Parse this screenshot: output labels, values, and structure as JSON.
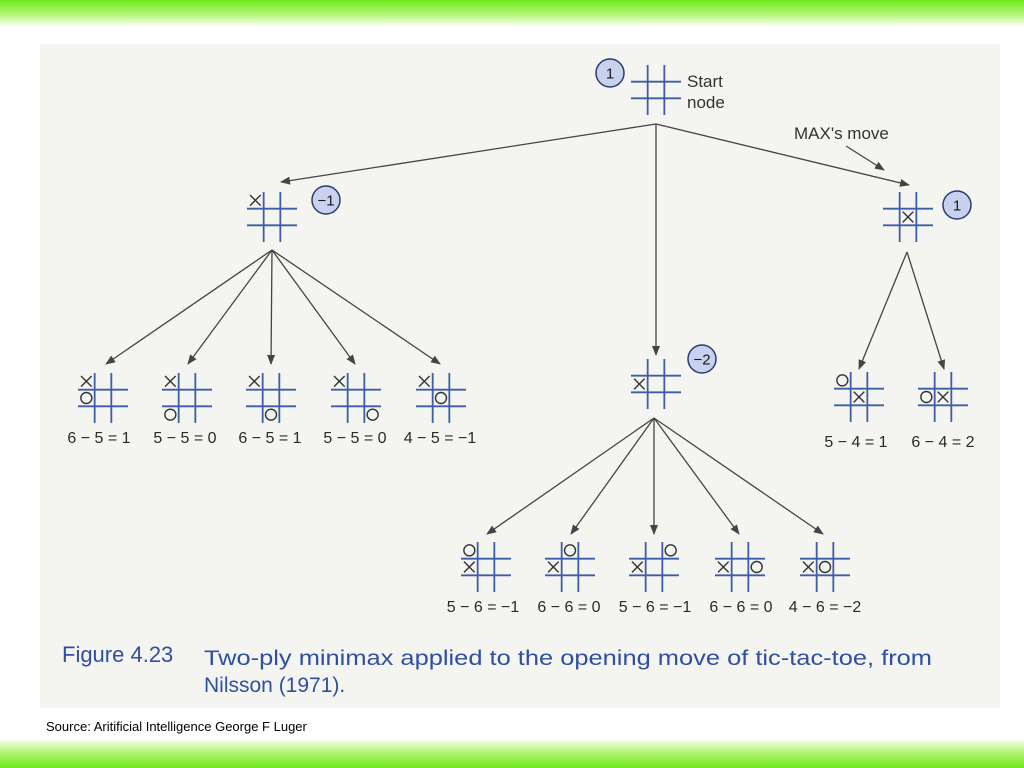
{
  "colors": {
    "band": "#6fe81a",
    "paper": "#f4f4f1",
    "grid": "#3c5ea8",
    "caption": "#2f4fa0",
    "badge_fill": "#c8d2ee",
    "edge": "#444444"
  },
  "figure": {
    "caption_title": "Figure 4.23",
    "caption_line1": "Two-ply minimax applied to the opening move of tic-tac-toe, from",
    "caption_line2": "Nilsson (1971)."
  },
  "labels": {
    "start": "Start",
    "node": "node",
    "max_move": "MAX's move"
  },
  "tree": {
    "root": {
      "value": "1",
      "board": [
        "",
        "",
        "",
        "",
        "",
        "",
        "",
        "",
        ""
      ]
    },
    "level1": [
      {
        "id": "corner",
        "value": "-1",
        "board": [
          "X",
          "",
          "",
          "",
          "",
          "",
          "",
          "",
          ""
        ]
      },
      {
        "id": "edge",
        "value": "-2",
        "board": [
          "",
          "",
          "",
          "X",
          "",
          "",
          "",
          "",
          ""
        ]
      },
      {
        "id": "center",
        "value": "1",
        "board": [
          "",
          "",
          "",
          "",
          "X",
          "",
          "",
          "",
          ""
        ]
      }
    ],
    "leaves": [
      {
        "parent": "corner",
        "eval": "6 − 5 = 1",
        "board": [
          "X",
          "",
          "",
          "O",
          "",
          "",
          "",
          "",
          ""
        ]
      },
      {
        "parent": "corner",
        "eval": "5 − 5 = 0",
        "board": [
          "X",
          "",
          "",
          "",
          "",
          "",
          "O",
          "",
          ""
        ]
      },
      {
        "parent": "corner",
        "eval": "6 − 5 = 1",
        "board": [
          "X",
          "",
          "",
          "",
          "",
          "",
          "",
          "O",
          ""
        ]
      },
      {
        "parent": "corner",
        "eval": "5 − 5 = 0",
        "board": [
          "X",
          "",
          "",
          "",
          "",
          "",
          "",
          "",
          "O"
        ]
      },
      {
        "parent": "corner",
        "eval": "4 − 5 = −1",
        "board": [
          "X",
          "",
          "",
          "",
          "O",
          "",
          "",
          "",
          ""
        ]
      },
      {
        "parent": "edge",
        "eval": "5 − 6 = −1",
        "board": [
          "O",
          "",
          "",
          "X",
          "",
          "",
          "",
          "",
          ""
        ]
      },
      {
        "parent": "edge",
        "eval": "6 − 6 = 0",
        "board": [
          "",
          "O",
          "",
          "X",
          "",
          "",
          "",
          "",
          ""
        ]
      },
      {
        "parent": "edge",
        "eval": "5 − 6 = −1",
        "board": [
          "",
          "",
          "O",
          "X",
          "",
          "",
          "",
          "",
          ""
        ]
      },
      {
        "parent": "edge",
        "eval": "6 − 6 = 0",
        "board": [
          "",
          "",
          "",
          "X",
          "",
          "O",
          "",
          "",
          ""
        ]
      },
      {
        "parent": "edge",
        "eval": "4 − 6 = −2",
        "board": [
          "",
          "",
          "",
          "X",
          "O",
          "",
          "",
          "",
          ""
        ]
      },
      {
        "parent": "center",
        "eval": "5 − 4 = 1",
        "board": [
          "O",
          "",
          "",
          "",
          "X",
          "",
          "",
          "",
          ""
        ]
      },
      {
        "parent": "center",
        "eval": "6 − 4 = 2",
        "board": [
          "",
          "",
          "",
          "O",
          "X",
          "",
          "",
          "",
          ""
        ]
      }
    ]
  },
  "footer": {
    "source": "Source: Aritificial Intelligence George F Luger"
  }
}
